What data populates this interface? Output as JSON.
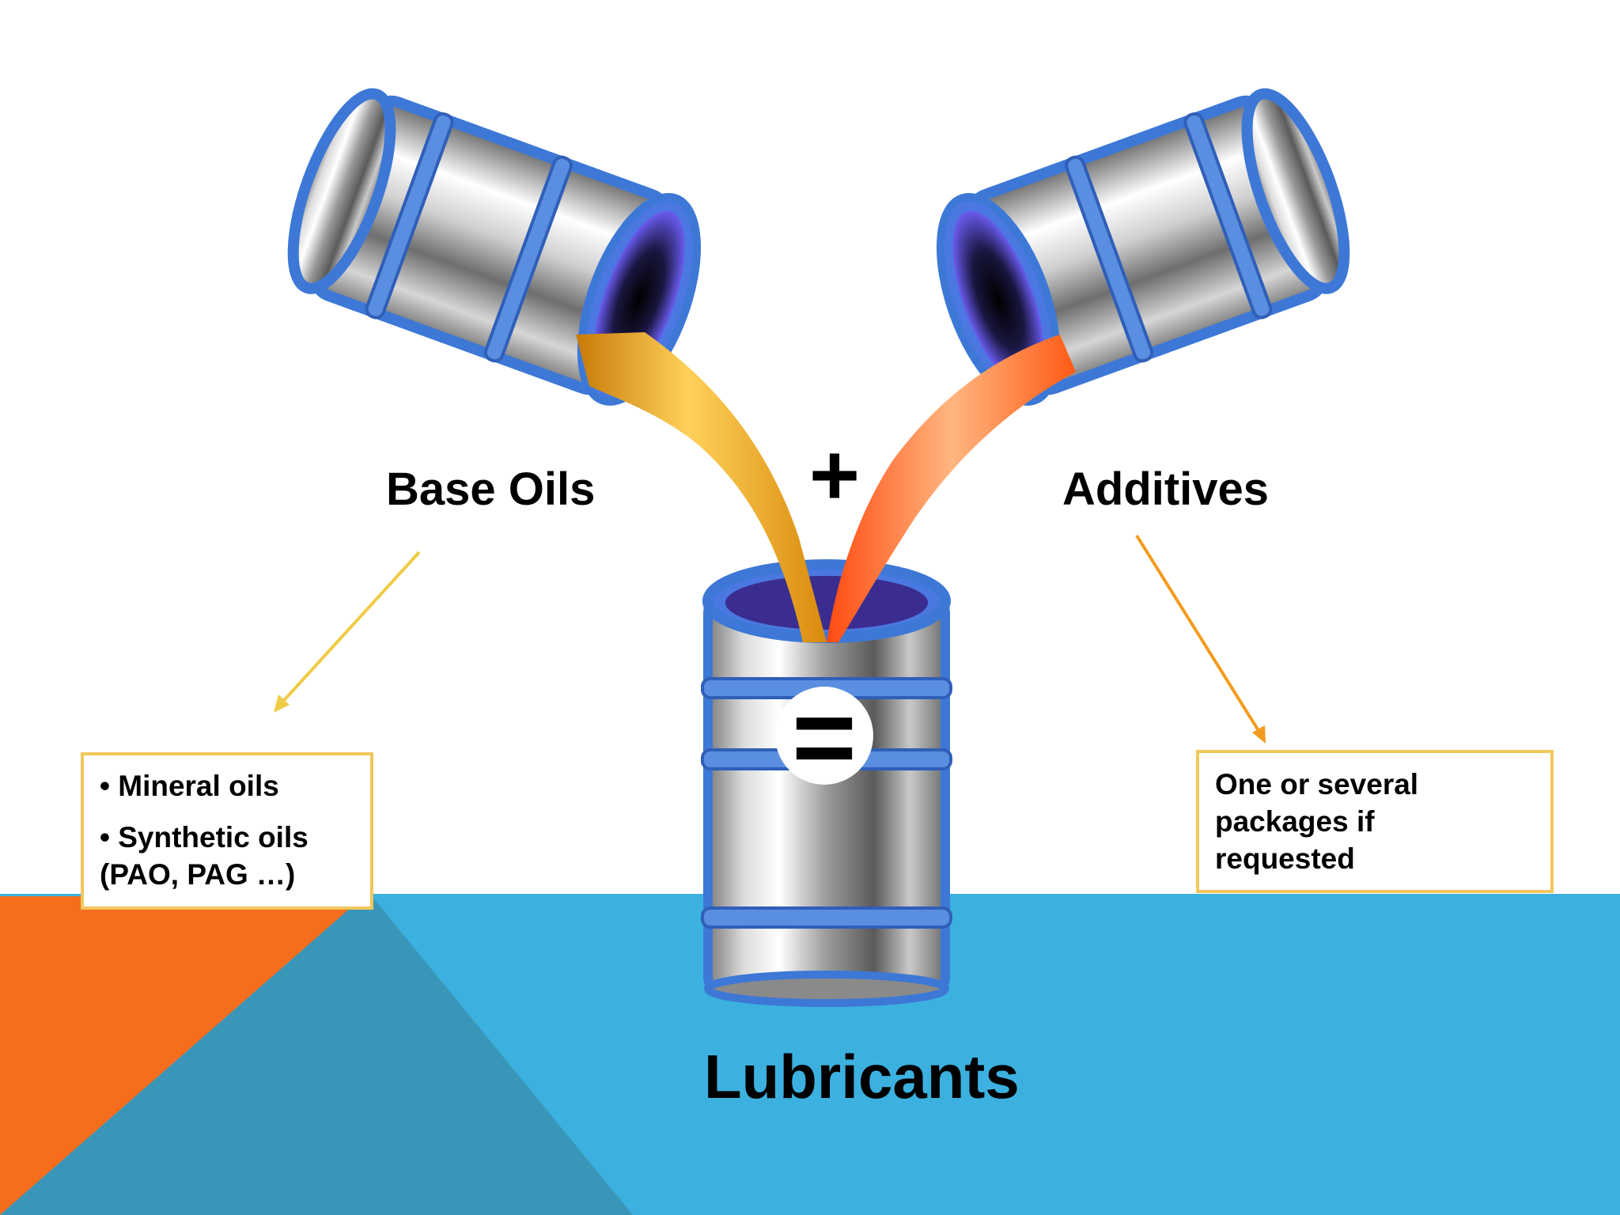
{
  "labels": {
    "plus": "+",
    "base_oils": "Base Oils",
    "additives": "Additives",
    "equals": "=",
    "lubricants": "Lubricants"
  },
  "base_oils_box": {
    "items": [
      {
        "bullet": "•",
        "text": "Mineral oils"
      },
      {
        "bullet": "•",
        "text": "Synthetic oils",
        "continuation": "(PAO, PAG …)"
      }
    ]
  },
  "additives_box": {
    "text": "One or several packages if requested"
  },
  "colors": {
    "background_blue": "#3cb1e0",
    "triangle_orange": "#f56d1d",
    "triangle_teal": "#3a96b9",
    "box_border": "#f1c75c",
    "left_arrow": "#efcb46",
    "right_arrow": "#f29c1e",
    "base_oil_stream": "#e89a10",
    "additive_stream": "#ff5a1a",
    "barrel_blue": "#3d78d6"
  }
}
